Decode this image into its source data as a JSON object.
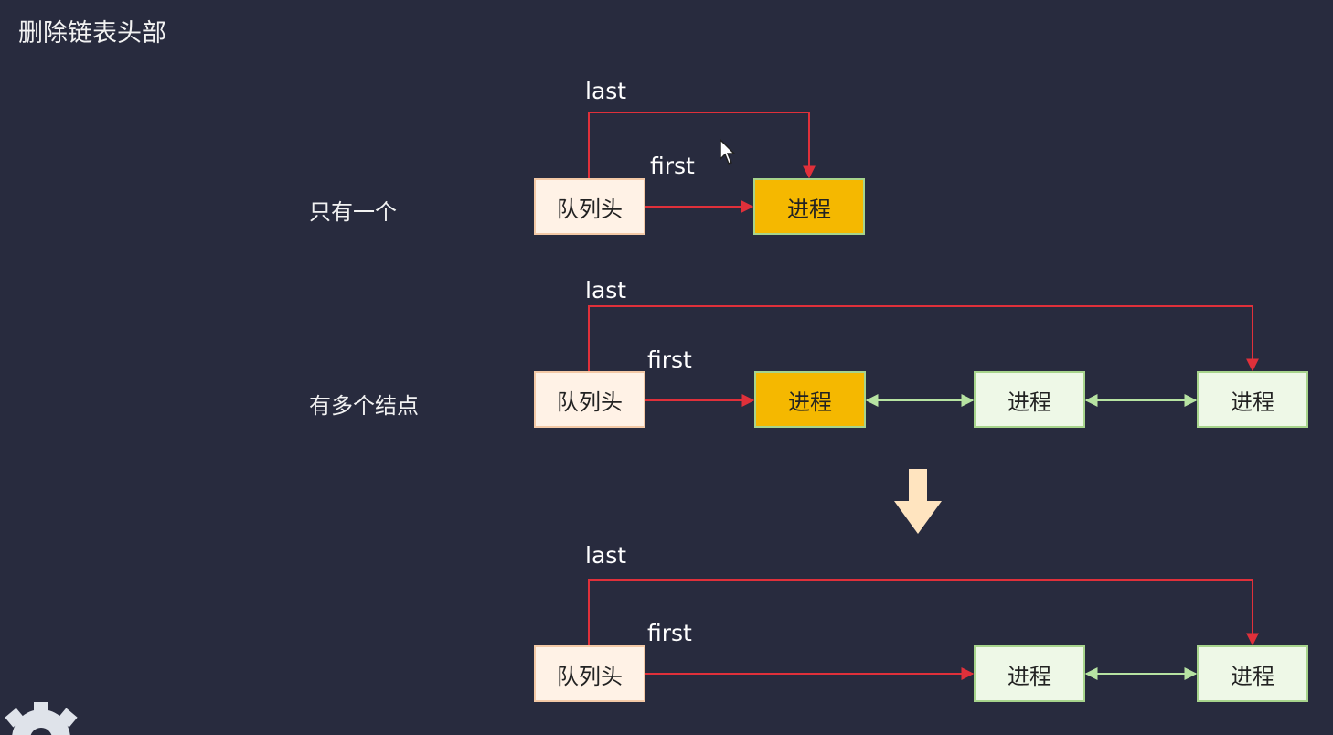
{
  "title": "删除链表头部",
  "rows": [
    {
      "label": "只有一个",
      "last": "last",
      "first": "first",
      "head": "队列头",
      "nodes": [
        "进程"
      ]
    },
    {
      "label": "有多个结点",
      "last": "last",
      "first": "first",
      "head": "队列头",
      "nodes": [
        "进程",
        "进程",
        "进程"
      ]
    },
    {
      "label": "",
      "last": "last",
      "first": "first",
      "head": "队列头",
      "nodes": [
        "进程",
        "进程"
      ]
    }
  ],
  "colors": {
    "background": "#282b3e",
    "pointer_arrow": "#e0303a",
    "link_arrow": "#b7e3a2",
    "highlight_node": "#f5b800",
    "transition_arrow": "#ffe4bf"
  },
  "icons": [
    "down-arrow-icon",
    "cursor-icon",
    "gear-icon"
  ]
}
